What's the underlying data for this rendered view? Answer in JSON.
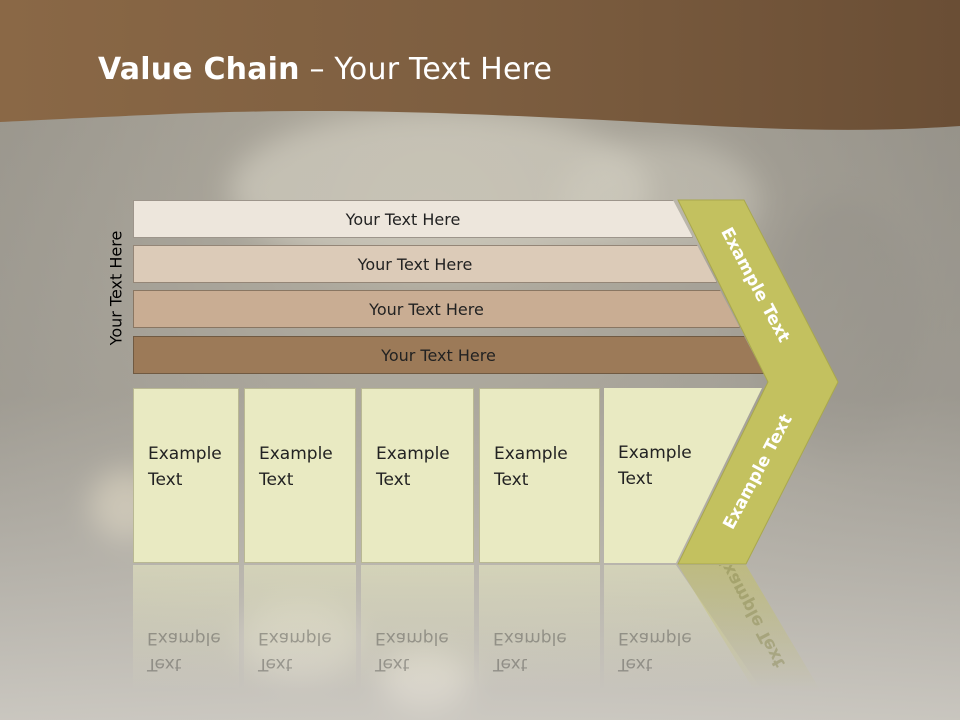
{
  "title": {
    "bold": "Value Chain",
    "rest": " – Your Text Here"
  },
  "side_label": "Your Text Here",
  "bars": [
    {
      "label": "Your Text Here",
      "color": "#ede6dc"
    },
    {
      "label": "Your Text Here",
      "color": "#dccbb8"
    },
    {
      "label": "Your Text Here",
      "color": "#c9ad93"
    },
    {
      "label": "Your Text Here",
      "color": "#9c7a58"
    }
  ],
  "boxes": [
    {
      "line1": "Example",
      "line2": "Text"
    },
    {
      "line1": "Example",
      "line2": "Text"
    },
    {
      "line1": "Example",
      "line2": "Text"
    },
    {
      "line1": "Example",
      "line2": "Text"
    },
    {
      "line1": "Example",
      "line2": "Text"
    }
  ],
  "chevron": {
    "upper_text": "Example Text",
    "lower_text": "Example Text",
    "color": "#c3c15f"
  },
  "colors": {
    "band": "#7b5c3e",
    "box": "#e9eac2"
  }
}
